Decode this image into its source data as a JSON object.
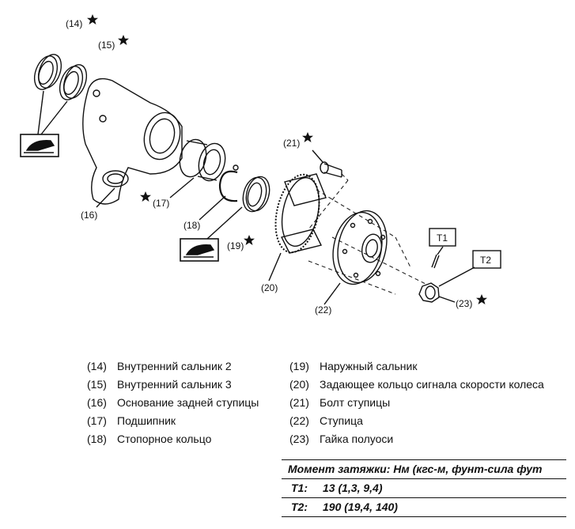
{
  "callouts": {
    "c14": "(14)",
    "c15": "(15)",
    "c16": "(16)",
    "c17": "(17)",
    "c18": "(18)",
    "c19": "(19)",
    "c20": "(20)",
    "c21": "(21)",
    "c22": "(22)",
    "c23": "(23)",
    "t1": "T1",
    "t2": "T2"
  },
  "legend": {
    "left": [
      {
        "num": "(14)",
        "text": "Внутренний сальник 2"
      },
      {
        "num": "(15)",
        "text": "Внутренний сальник 3"
      },
      {
        "num": "(16)",
        "text": "Основание задней ступицы"
      },
      {
        "num": "(17)",
        "text": "Подшипник"
      },
      {
        "num": "(18)",
        "text": "Стопорное кольцо"
      }
    ],
    "right": [
      {
        "num": "(19)",
        "text": "Наружный сальник"
      },
      {
        "num": "(20)",
        "text": "Задающее кольцо сигнала скорости колеса"
      },
      {
        "num": "(21)",
        "text": "Болт ступицы"
      },
      {
        "num": "(22)",
        "text": "Ступица"
      },
      {
        "num": "(23)",
        "text": "Гайка полуоси"
      }
    ]
  },
  "torque": {
    "header": "Момент затяжки: Нм (кгс-м, фунт-сила фут",
    "rows": [
      {
        "label": "T1:",
        "value": "13 (1,3, 9,4)"
      },
      {
        "label": "T2:",
        "value": "190 (19,4, 140)"
      }
    ]
  }
}
